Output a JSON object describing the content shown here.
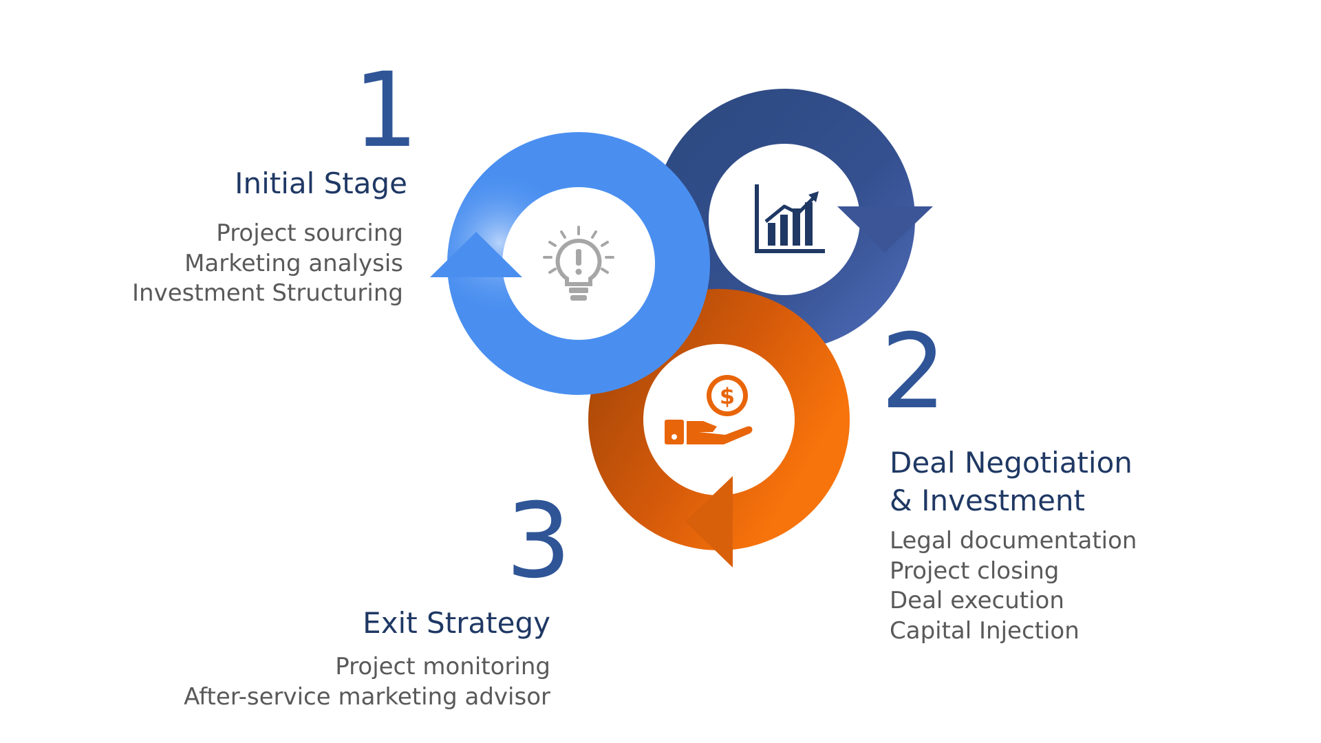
{
  "stages": [
    {
      "number": "1",
      "title": "Initial Stage",
      "items": [
        "Project sourcing",
        "Marketing analysis",
        "Investment Structuring"
      ],
      "color": "#4a8ff0",
      "icon": "lightbulb-icon"
    },
    {
      "number": "2",
      "title_lines": [
        "Deal Negotiation",
        "& Investment"
      ],
      "items": [
        "Legal documentation",
        "Project closing",
        "Deal execution",
        "Capital Injection"
      ],
      "color": "#34508f",
      "icon": "growth-chart-icon"
    },
    {
      "number": "3",
      "title": "Exit Strategy",
      "items": [
        "Project monitoring",
        "After-service marketing advisor"
      ],
      "color": "#e8650a",
      "icon": "money-hand-icon"
    }
  ],
  "colors": {
    "number": "#2f5597",
    "title": "#1f3864",
    "body_text": "#595959",
    "icon_gray": "#a6a6a6"
  }
}
